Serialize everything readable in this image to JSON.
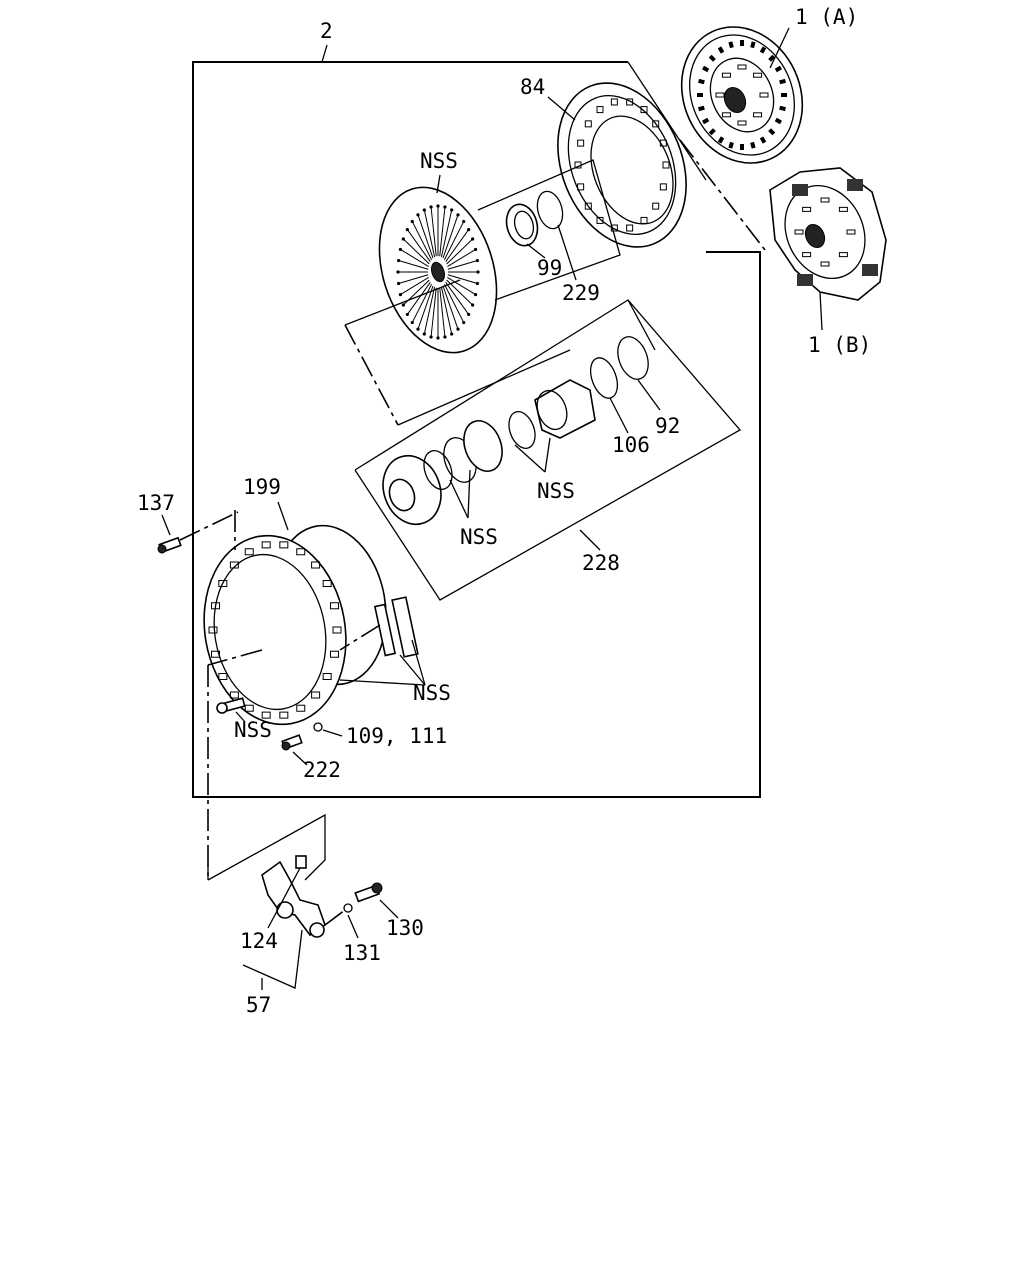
{
  "labels": {
    "l2": "2",
    "l1a": "1 (A)",
    "l1b": "1 (B)",
    "l84": "84",
    "nss_cover": "NSS",
    "l99": "99",
    "l229": "229",
    "l106": "106",
    "l92": "92",
    "nss_bearing": "NSS",
    "nss_rings": "NSS",
    "l228": "228",
    "l137": "137",
    "l199": "199",
    "nss_plates": "NSS",
    "nss_pin": "NSS",
    "l109": "109, 111",
    "l222": "222",
    "l124": "124",
    "l131": "131",
    "l130": "130",
    "l57": "57"
  },
  "parts": {
    "disc_a": "clutch-disc-a-icon",
    "disc_b": "clutch-disc-b-icon",
    "pressure_plate": "pressure-plate-icon",
    "diaphragm_cover": "diaphragm-spring-icon",
    "housing": "clutch-housing-icon",
    "release_fork": "release-fork-icon"
  }
}
